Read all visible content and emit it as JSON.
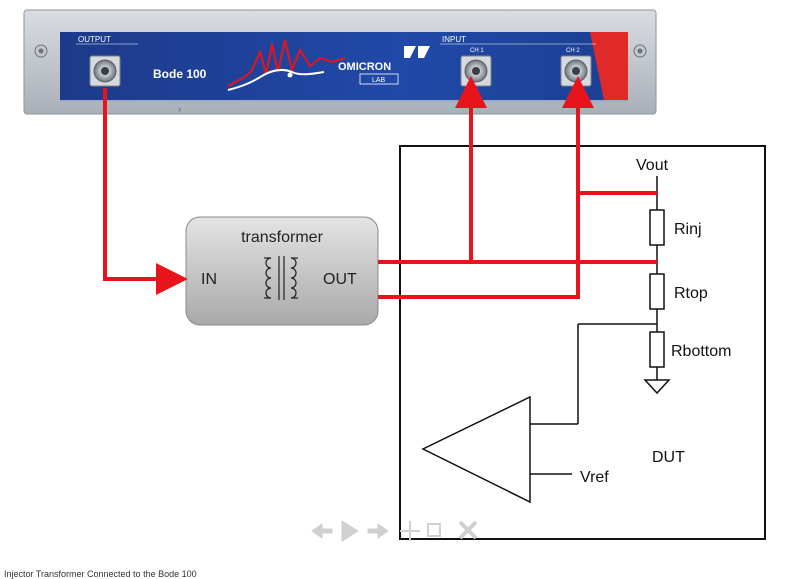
{
  "device": {
    "name": "Bode 100",
    "brand_line1": "OMICRON",
    "brand_line2": "LAB",
    "output_label": "OUTPUT",
    "input_label": "INPUT",
    "ch1_label": "CH 1",
    "ch2_label": "CH 2",
    "panel_color": "#1c3f93",
    "accent_color": "#e02a2a"
  },
  "transformer": {
    "title": "transformer",
    "in_label": "IN",
    "out_label": "OUT"
  },
  "circuit": {
    "vout": "Vout",
    "rinj": "Rinj",
    "rtop": "Rtop",
    "rbottom": "Rbottom",
    "dut": "DUT",
    "vref": "Vref"
  },
  "wire_color": "#e8141b",
  "toolbar_icons": [
    "arrow-left-icon",
    "play-icon",
    "arrow-right-icon",
    "move-icon",
    "resize-icon",
    "close-icon"
  ],
  "caption": "Injector Transformer Connected to the Bode 100"
}
